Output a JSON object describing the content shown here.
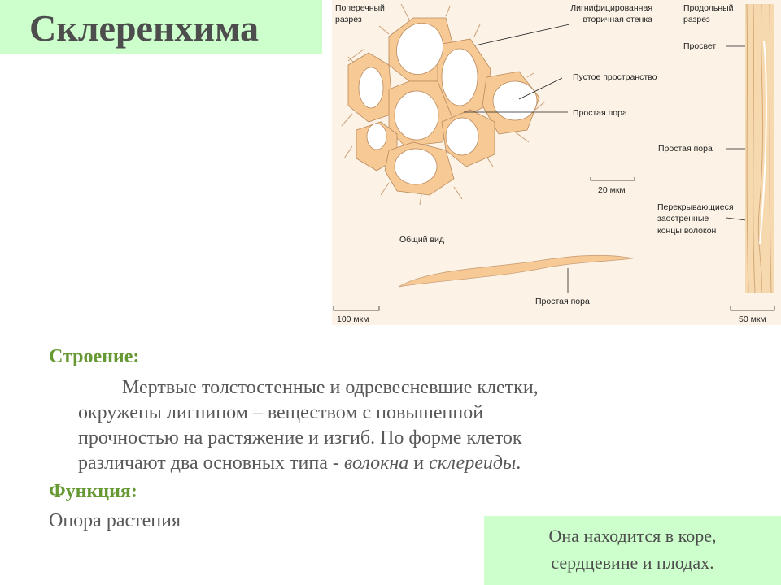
{
  "title": "Склеренхима",
  "figure": {
    "cross_section": [
      "Поперечный",
      "разрез"
    ],
    "lignified_wall": [
      "Лигнифицированная",
      "вторичная стенка"
    ],
    "empty_space": "Пустое пространство",
    "simple_pore": "Простая пора",
    "scale_20": "20 мкм",
    "general_view": "Общий вид",
    "simple_pore_bottom": "Простая пора",
    "scale_100": "100 мкм",
    "longitudinal": [
      "Продольный",
      "разрез"
    ],
    "lumen": "Просвет",
    "simple_pore_long": "Простая пора",
    "overlapping": [
      "Перекрывающиеся",
      "заостренные",
      "концы волокон"
    ],
    "scale_50": "50 мкм"
  },
  "structure": {
    "heading": "Строение:",
    "lines": [
      "Мертвые толстостенные и одревесневшие клетки,",
      "окружены лигнином – веществом с повышенной",
      "прочностью на растяжение и изгиб.  По форме клеток"
    ],
    "last_prefix": "различают два основных типа - ",
    "type1": "волокна",
    "and": " и ",
    "type2": "склереиды",
    "end": "."
  },
  "function": {
    "heading": "Функция:",
    "text": "Опора растения"
  },
  "note": {
    "lines": [
      "Она находится в коре,",
      "сердцевине и плодах."
    ]
  },
  "colors": {
    "title_bg": "#ccffcc",
    "heading": "#669933",
    "cell_wall": "#f7c994",
    "figure_bg": "#fcf3e6"
  }
}
